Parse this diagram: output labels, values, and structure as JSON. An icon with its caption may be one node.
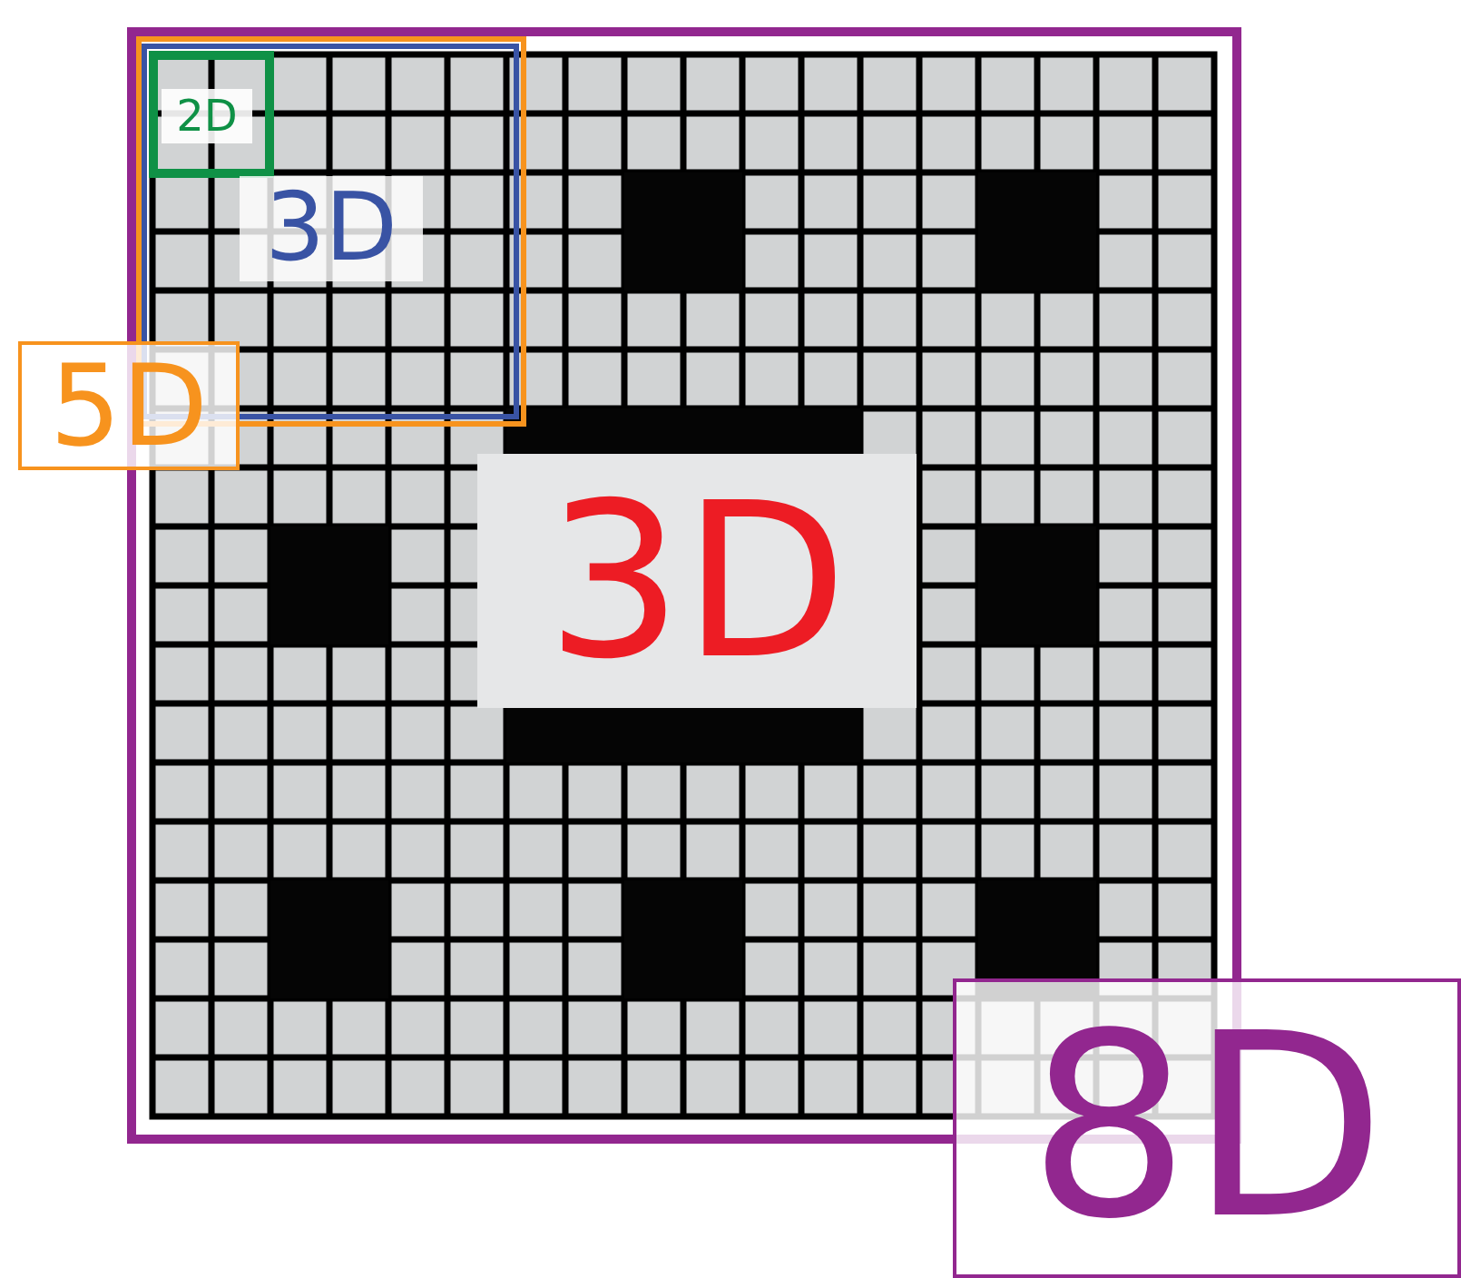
{
  "diagram": {
    "nodes": [
      {
        "text": [
          "8D"
        ]
      },
      {
        "text": [
          "5D"
        ],
        "in": 0
      },
      {
        "text": [
          "3D"
        ],
        "in": 1
      },
      {
        "text": [
          "2D"
        ],
        "in": 2
      },
      {
        "text": [
          "3D"
        ],
        "in": 0
      }
    ]
  }
}
